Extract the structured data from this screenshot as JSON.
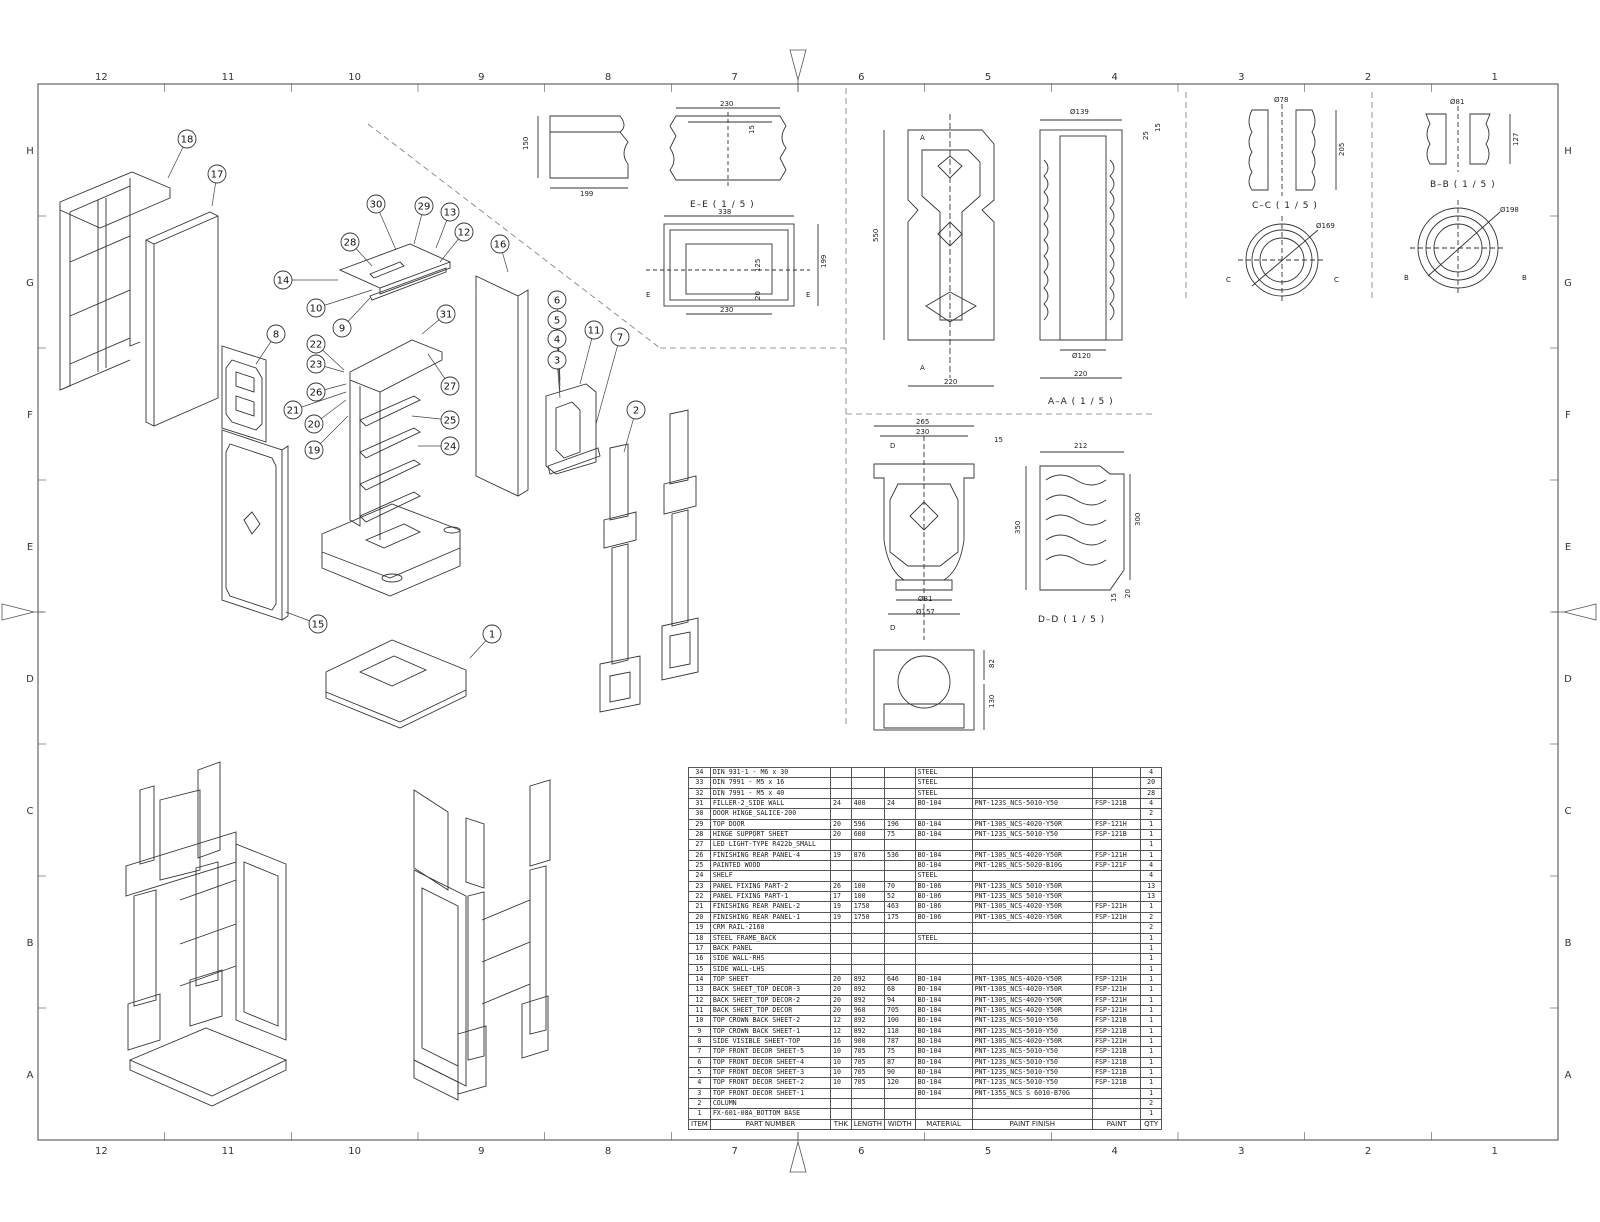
{
  "frame": {
    "columns": [
      "12",
      "11",
      "10",
      "9",
      "8",
      "7",
      "6",
      "5",
      "4",
      "3",
      "2",
      "1"
    ],
    "rows": [
      "H",
      "G",
      "F",
      "E",
      "D",
      "C",
      "B",
      "A"
    ]
  },
  "balloons": [
    "18",
    "17",
    "30",
    "29",
    "13",
    "12",
    "28",
    "14",
    "10",
    "9",
    "31",
    "22",
    "23",
    "26",
    "21",
    "20",
    "19",
    "27",
    "25",
    "24",
    "16",
    "6",
    "5",
    "4",
    "3",
    "11",
    "7",
    "8",
    "15",
    "1",
    "2"
  ],
  "views": {
    "ee": "E–E ( 1 / 5 )",
    "aa": "A–A ( 1 / 5 )",
    "cc": "C–C ( 1 / 5 )",
    "bb": "B–B ( 1 / 5 )",
    "dd": "D–D ( 1 / 5 )"
  },
  "section_marks": {
    "a": "A",
    "b": "B",
    "c": "C",
    "d": "D",
    "e": "E"
  },
  "dimensions": {
    "ee_150": "150",
    "ee_199": "199",
    "ee_230": "230",
    "ee_15": "15",
    "ee_338": "338",
    "ee_125": "125",
    "ee_20": "20",
    "ee_230b": "230",
    "ee_199b": "199",
    "aa_550": "550",
    "aa_220": "220",
    "aa_d139": "Ø139",
    "aa_25": "25",
    "aa_15": "15",
    "aa_d120": "Ø120",
    "aa_220b": "220",
    "cc_d78": "Ø78",
    "cc_205": "205",
    "cc_d169": "Ø169",
    "bb_d81": "Ø81",
    "bb_127": "127",
    "bb_d198": "Ø198",
    "dd_265": "265",
    "dd_230": "230",
    "dd_15": "15",
    "dd_d81": "Ø81",
    "dd_d157": "Ø157",
    "dd_82": "82",
    "dd_130": "130",
    "dd_212": "212",
    "dd_350": "350",
    "dd_300": "300",
    "dd_15b": "15",
    "dd_20": "20"
  },
  "bom": {
    "headers": [
      "ITEM",
      "PART NUMBER",
      "THK",
      "LENGTH",
      "WIDTH",
      "MATERIAL",
      "PAINT FINISH",
      "PAINT",
      "QTY"
    ],
    "rows": [
      [
        "34",
        "DIN 931-1 - M6 x 30",
        "",
        "",
        "",
        "STEEL",
        "",
        "",
        "4"
      ],
      [
        "33",
        "DIN 7991 - M5  x  16",
        "",
        "",
        "",
        "STEEL",
        "",
        "",
        "20"
      ],
      [
        "32",
        "DIN 7991 - M5  x  40",
        "",
        "",
        "",
        "STEEL",
        "",
        "",
        "28"
      ],
      [
        "31",
        "FILLER-2_SIDE WALL",
        "24",
        "400",
        "24",
        "BO-104",
        "PNT-123S_NCS-5010-Y50",
        "FSP-121B",
        "4"
      ],
      [
        "30",
        "DOOR HINGE_SALICE-200",
        "",
        "",
        "",
        "",
        "",
        "",
        "2"
      ],
      [
        "29",
        "TOP DOOR",
        "20",
        "596",
        "196",
        "BO-104",
        "PNT-130S_NCS-4020-Y50R",
        "FSP-121H",
        "1"
      ],
      [
        "28",
        "HINGE SUPPORT SHEET",
        "20",
        "600",
        "75",
        "BO-104",
        "PNT-123S_NCS-5010-Y50",
        "FSP-121B",
        "1"
      ],
      [
        "27",
        "LED LIGHT-TYPE R422b_SMALL",
        "",
        "",
        "",
        "",
        "",
        "",
        "1"
      ],
      [
        "26",
        "FINISHING REAR PANEL-4",
        "19",
        "876",
        "536",
        "BO-104",
        "PNT-130S_NCS-4020-Y50R",
        "FSP-121H",
        "1"
      ],
      [
        "25",
        "PAINTED WOOD",
        "",
        "",
        "",
        "BO-104",
        "PNT-128S_NCS-5020-B10G",
        "FSP-121F",
        "4"
      ],
      [
        "24",
        "SHELF",
        "",
        "",
        "",
        "STEEL",
        "",
        "",
        "4"
      ],
      [
        "23",
        "PANEL FIXING PART-2",
        "26",
        "100",
        "70",
        "BO-106",
        "PNT-123S_NCS 5010-Y50R",
        "",
        "13"
      ],
      [
        "22",
        "PANEL FIXING PART-1",
        "17",
        "100",
        "52",
        "BO-106",
        "PNT-123S_NCS 5010-Y50R",
        "",
        "13"
      ],
      [
        "21",
        "FINISHING REAR PANEL-2",
        "19",
        "1750",
        "463",
        "BO-106",
        "PNT-130S_NCS-4020-Y50R",
        "FSP-121H",
        "1"
      ],
      [
        "20",
        "FINISHING REAR PANEL-1",
        "19",
        "1750",
        "175",
        "BO-106",
        "PNT-130S_NCS-4020-Y50R",
        "FSP-121H",
        "2"
      ],
      [
        "19",
        "CRM RAIL-2160",
        "",
        "",
        "",
        "",
        "",
        "",
        "2"
      ],
      [
        "18",
        "STEEL FRAME_BACK",
        "",
        "",
        "",
        "STEEL",
        "",
        "",
        "1"
      ],
      [
        "17",
        "BACK PANEL",
        "",
        "",
        "",
        "",
        "",
        "",
        "1"
      ],
      [
        "16",
        "SIDE WALL-RHS",
        "",
        "",
        "",
        "",
        "",
        "",
        "1"
      ],
      [
        "15",
        "SIDE WALL-LHS",
        "",
        "",
        "",
        "",
        "",
        "",
        "1"
      ],
      [
        "14",
        "TOP SHEET",
        "20",
        "892",
        "646",
        "BO-104",
        "PNT-130S_NCS-4020-Y50R",
        "FSP-121H",
        "1"
      ],
      [
        "13",
        "BACK SHEET_TOP DECOR-3",
        "20",
        "892",
        "68",
        "BO-104",
        "PNT-130S_NCS-4020-Y50R",
        "FSP-121H",
        "1"
      ],
      [
        "12",
        "BACK SHEET_TOP DECOR-2",
        "20",
        "892",
        "94",
        "BO-104",
        "PNT-130S_NCS-4020-Y50R",
        "FSP-121H",
        "1"
      ],
      [
        "11",
        "BACK SHEET_TOP DECOR",
        "20",
        "968",
        "705",
        "BO-104",
        "PNT-130S_NCS-4020-Y50R",
        "FSP-121H",
        "1"
      ],
      [
        "10",
        "TOP CROWN BACK SHEET-2",
        "12",
        "892",
        "100",
        "BO-104",
        "PNT-123S_NCS-5010-Y50",
        "FSP-121B",
        "1"
      ],
      [
        "9",
        "TOP CROWN BACK SHEET-1",
        "12",
        "892",
        "118",
        "BO-104",
        "PNT-123S_NCS-5010-Y50",
        "FSP-121B",
        "1"
      ],
      [
        "8",
        "SIDE VISIBLE SHEET-TOP",
        "16",
        "900",
        "787",
        "BO-104",
        "PNT-130S_NCS-4020-Y50R",
        "FSP-121H",
        "1"
      ],
      [
        "7",
        "TOP FRONT DECOR SHEET-5",
        "10",
        "705",
        "75",
        "BO-104",
        "PNT-123S_NCS-5010-Y50",
        "FSP-121B",
        "1"
      ],
      [
        "6",
        "TOP FRONT DECOR SHEET-4",
        "10",
        "705",
        "87",
        "BO-104",
        "PNT-123S_NCS-5010-Y50",
        "FSP-121B",
        "1"
      ],
      [
        "5",
        "TOP FRONT DECOR SHEET-3",
        "10",
        "705",
        "90",
        "BO-104",
        "PNT-123S_NCS-5010-Y50",
        "FSP-121B",
        "1"
      ],
      [
        "4",
        "TOP FRONT DECOR SHEET-2",
        "10",
        "705",
        "120",
        "BO-104",
        "PNT-123S_NCS-5010-Y50",
        "FSP-121B",
        "1"
      ],
      [
        "3",
        "TOP FRONT DECOR SHEET-1",
        "",
        "",
        "",
        "BO-104",
        "PNT-135S_NCS S 6010-B70G",
        "",
        "1"
      ],
      [
        "2",
        "COLUMN",
        "",
        "",
        "",
        "",
        "",
        "",
        "2"
      ],
      [
        "1",
        "FX-601-08A_BOTTOM BASE",
        "",
        "",
        "",
        "",
        "",
        "",
        "1"
      ]
    ]
  }
}
